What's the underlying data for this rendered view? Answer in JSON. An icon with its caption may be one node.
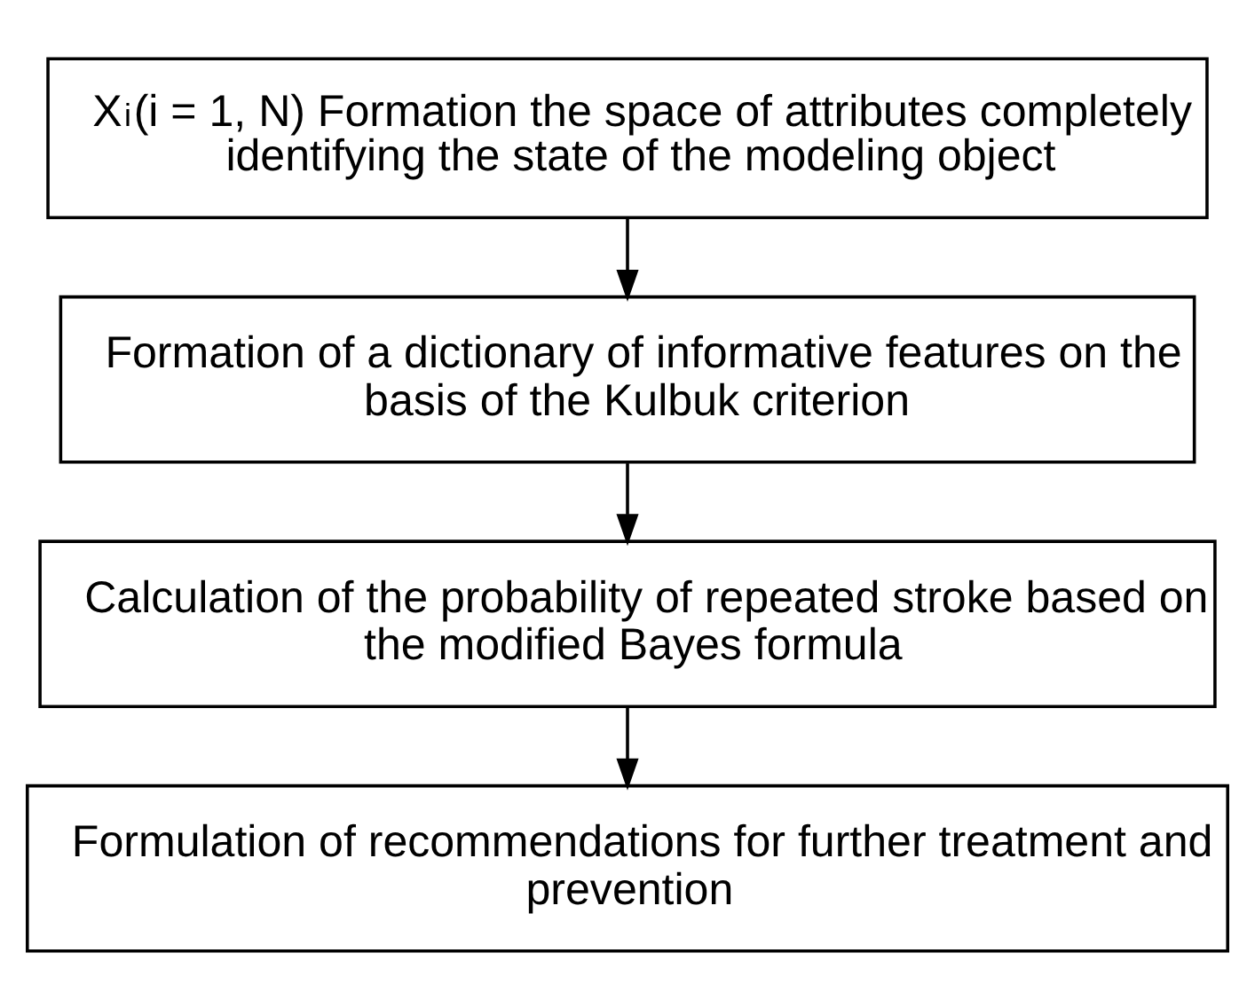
{
  "diagram": {
    "nodes": [
      {
        "text": [
          "X$_{i}$(i = 1, N) Formation the space of attributes completely identifying the state of the modeling object"
        ]
      },
      {
        "text": [
          "Formation of a dictionary of informative features on the basis of the Kulbuk criterion"
        ]
      },
      {
        "text": [
          "Calculation of the probability of repeated stroke based on the modified Bayes formula"
        ]
      },
      {
        "text": [
          "Formulation of recommendations for further treatment and prevention"
        ]
      }
    ],
    "edges": [
      {
        "from": 0,
        "to": 1,
        "arrow": "to"
      },
      {
        "from": 1,
        "to": 2,
        "arrow": "to"
      },
      {
        "from": 2,
        "to": 3,
        "arrow": "to"
      }
    ]
  }
}
